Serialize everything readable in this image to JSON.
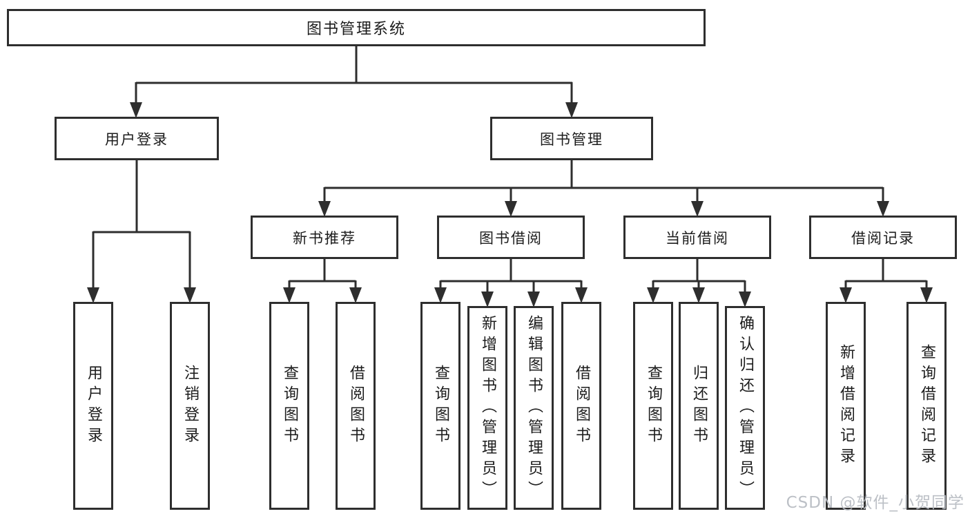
{
  "diagram": {
    "root": {
      "label": "图书管理系统"
    },
    "level2": [
      {
        "id": "user-login",
        "label": "用户登录"
      },
      {
        "id": "book-management",
        "label": "图书管理"
      }
    ],
    "level3": [
      {
        "id": "new-book-recommend",
        "parent": "图书管理",
        "label": "新书推荐"
      },
      {
        "id": "book-borrowing",
        "parent": "图书管理",
        "label": "图书借阅"
      },
      {
        "id": "current-borrowing",
        "parent": "图书管理",
        "label": "当前借阅"
      },
      {
        "id": "borrow-records",
        "parent": "图书管理",
        "label": "借阅记录"
      }
    ],
    "leaves": [
      {
        "parent": "用户登录",
        "label": "用户登录"
      },
      {
        "parent": "用户登录",
        "label": "注销登录"
      },
      {
        "parent": "新书推荐",
        "label": "查询图书"
      },
      {
        "parent": "新书推荐",
        "label": "借阅图书"
      },
      {
        "parent": "图书借阅",
        "label": "查询图书"
      },
      {
        "parent": "图书借阅",
        "label": "新增图书（管理员）"
      },
      {
        "parent": "图书借阅",
        "label": "编辑图书（管理员）"
      },
      {
        "parent": "图书借阅",
        "label": "借阅图书"
      },
      {
        "parent": "当前借阅",
        "label": "查询图书"
      },
      {
        "parent": "当前借阅",
        "label": "归还图书"
      },
      {
        "parent": "当前借阅",
        "label": "确认归还（管理员）"
      },
      {
        "parent": "借阅记录",
        "label": "新增借阅记录"
      },
      {
        "parent": "借阅记录",
        "label": "查询借阅记录"
      }
    ],
    "watermark": {
      "text": "CSDN @软件_小贺同学"
    },
    "colors": {
      "line": "#2e2e2e",
      "box_border": "#2e2e2e",
      "text": "#1c1c1c",
      "watermark": "#b9bdc4",
      "background": "#ffffff"
    }
  }
}
